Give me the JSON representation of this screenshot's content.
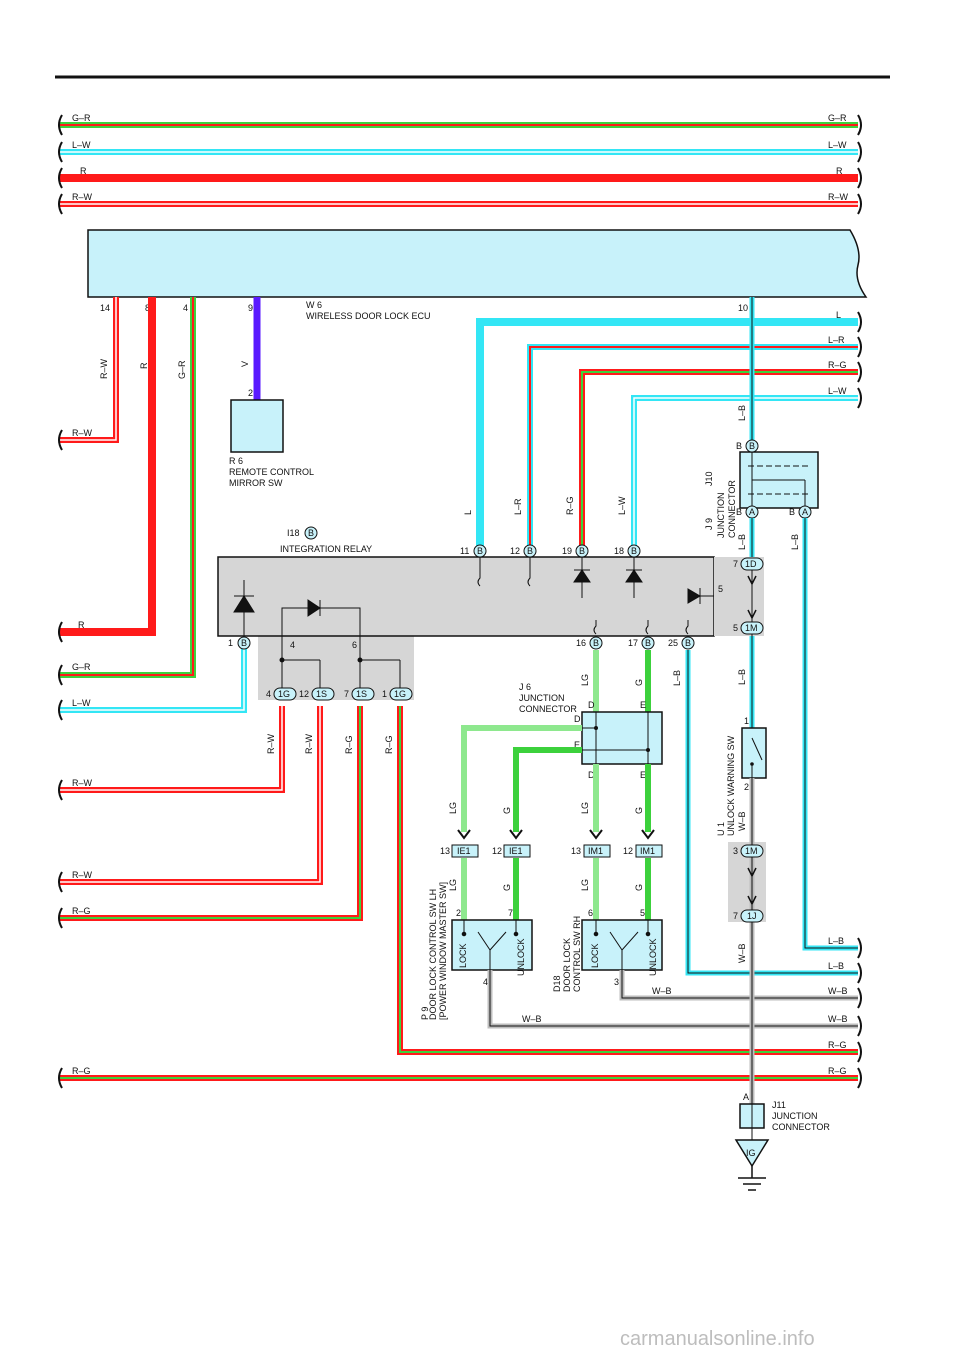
{
  "wires_top": {
    "gr": "G–R",
    "lw": "L–W",
    "r": "R",
    "rw": "R–W"
  },
  "ecu": {
    "id": "W 6",
    "name": "WIRELESS DOOR LOCK ECU",
    "pins": {
      "p14": "14",
      "p8": "8",
      "p4": "4",
      "p9": "9",
      "p10": "10"
    }
  },
  "ecu_wires": {
    "rw": "R–W",
    "r": "R",
    "gr": "G–R",
    "v": "V"
  },
  "right_wires": {
    "l": "L",
    "lr": "L–R",
    "rg": "R–G",
    "lw": "L–W"
  },
  "mirror_sw": {
    "id": "R 6",
    "line1": "REMOTE CONTROL",
    "line2": "MIRROR SW",
    "pin": "2"
  },
  "left_wires": {
    "rw1": "R–W",
    "r": "R",
    "gr": "G–R",
    "lw": "L–W",
    "rw2": "R–W",
    "rw3": "R–W",
    "rg1": "R–G",
    "rg2": "R–G"
  },
  "relay": {
    "id": "I18",
    "badge": "B",
    "name": "INTEGRATION RELAY",
    "pins": {
      "p11": "11",
      "p12": "12",
      "p19": "19",
      "p18": "18",
      "p16": "16",
      "p17": "17",
      "p25": "25",
      "p1": "1",
      "p5": "5",
      "n4": "4",
      "n6": "6"
    },
    "wires": {
      "l": "L",
      "lr": "L–R",
      "rg": "R–G",
      "lw": "L–W",
      "lg": "LG",
      "g": "G",
      "lb": "L–B"
    }
  },
  "junction_box": {
    "c1": {
      "pin": "4",
      "code": "1G"
    },
    "c2": {
      "pin": "12",
      "code": "1S"
    },
    "c3": {
      "pin": "7",
      "code": "1S"
    },
    "c4": {
      "pin": "1",
      "code": "1G"
    },
    "wires": {
      "w1": "R–W",
      "w2": "R–W",
      "w3": "R–G",
      "w4": "R–G"
    }
  },
  "junction_connector_top": {
    "j9": "J 9",
    "j10": "J10",
    "badge_a": "A",
    "badge_b": "B",
    "line1": "JUNCTION",
    "line2": "CONNECTOR",
    "lb": "L–B"
  },
  "relay_right": {
    "c1d": {
      "pin": "7",
      "code": "1D"
    },
    "c1m": {
      "pin": "5",
      "code": "1M"
    },
    "lb": "L–B"
  },
  "j6": {
    "id": "J 6",
    "line1": "JUNCTION",
    "line2": "CONNECTOR",
    "d": "D",
    "e": "E"
  },
  "unlock_sw": {
    "id": "U 1",
    "name": "UNLOCK WARNING SW",
    "pin1": "1",
    "pin2": "2",
    "wb": "W–B"
  },
  "connectors_mid": {
    "ie1a": {
      "pin": "13",
      "code": "IE1"
    },
    "ie1b": {
      "pin": "12",
      "code": "IE1"
    },
    "im1a": {
      "pin": "13",
      "code": "IM1"
    },
    "im1b": {
      "pin": "12",
      "code": "IM1"
    },
    "c1m": {
      "pin": "3",
      "code": "1M"
    },
    "c1j": {
      "pin": "7",
      "code": "1J"
    }
  },
  "p9": {
    "id": "P 9",
    "line1": "DOOR LOCK CONTROL SW LH",
    "line2": "[POWER WINDOW MASTER SW]",
    "pin2": "2",
    "pin7": "7",
    "pin4": "4",
    "lock": "LOCK",
    "unlock": "UNLOCK"
  },
  "d18": {
    "id": "D18",
    "line1": "DOOR LOCK",
    "line2": "CONTROL SW RH",
    "pin6": "6",
    "pin5": "5",
    "pin3": "3",
    "lock": "LOCK",
    "unlock": "UNLOCK"
  },
  "bottom_wires": {
    "lb1": "L–B",
    "lb2": "L–B",
    "wb1": "W–B",
    "wb2": "W–B",
    "rg1": "R–G",
    "rg2": "R–G",
    "wb_mid1": "W–B",
    "wb_mid2": "W–B",
    "rg_left": "R–G"
  },
  "j11": {
    "id": "J11",
    "line1": "JUNCTION",
    "line2": "CONNECTOR",
    "pin": "A"
  },
  "ground": {
    "label": "IG"
  },
  "watermark": "carmanualsonline.info",
  "colors": {
    "red": "#ff1a1a",
    "green": "#3cd13c",
    "light_green": "#8ee88e",
    "cyan": "#33e6f5",
    "violet": "#5a1aff",
    "gray": "#bdbdbd",
    "relay_fill": "#d6d6d6",
    "box_fill": "#c8f2fa"
  }
}
